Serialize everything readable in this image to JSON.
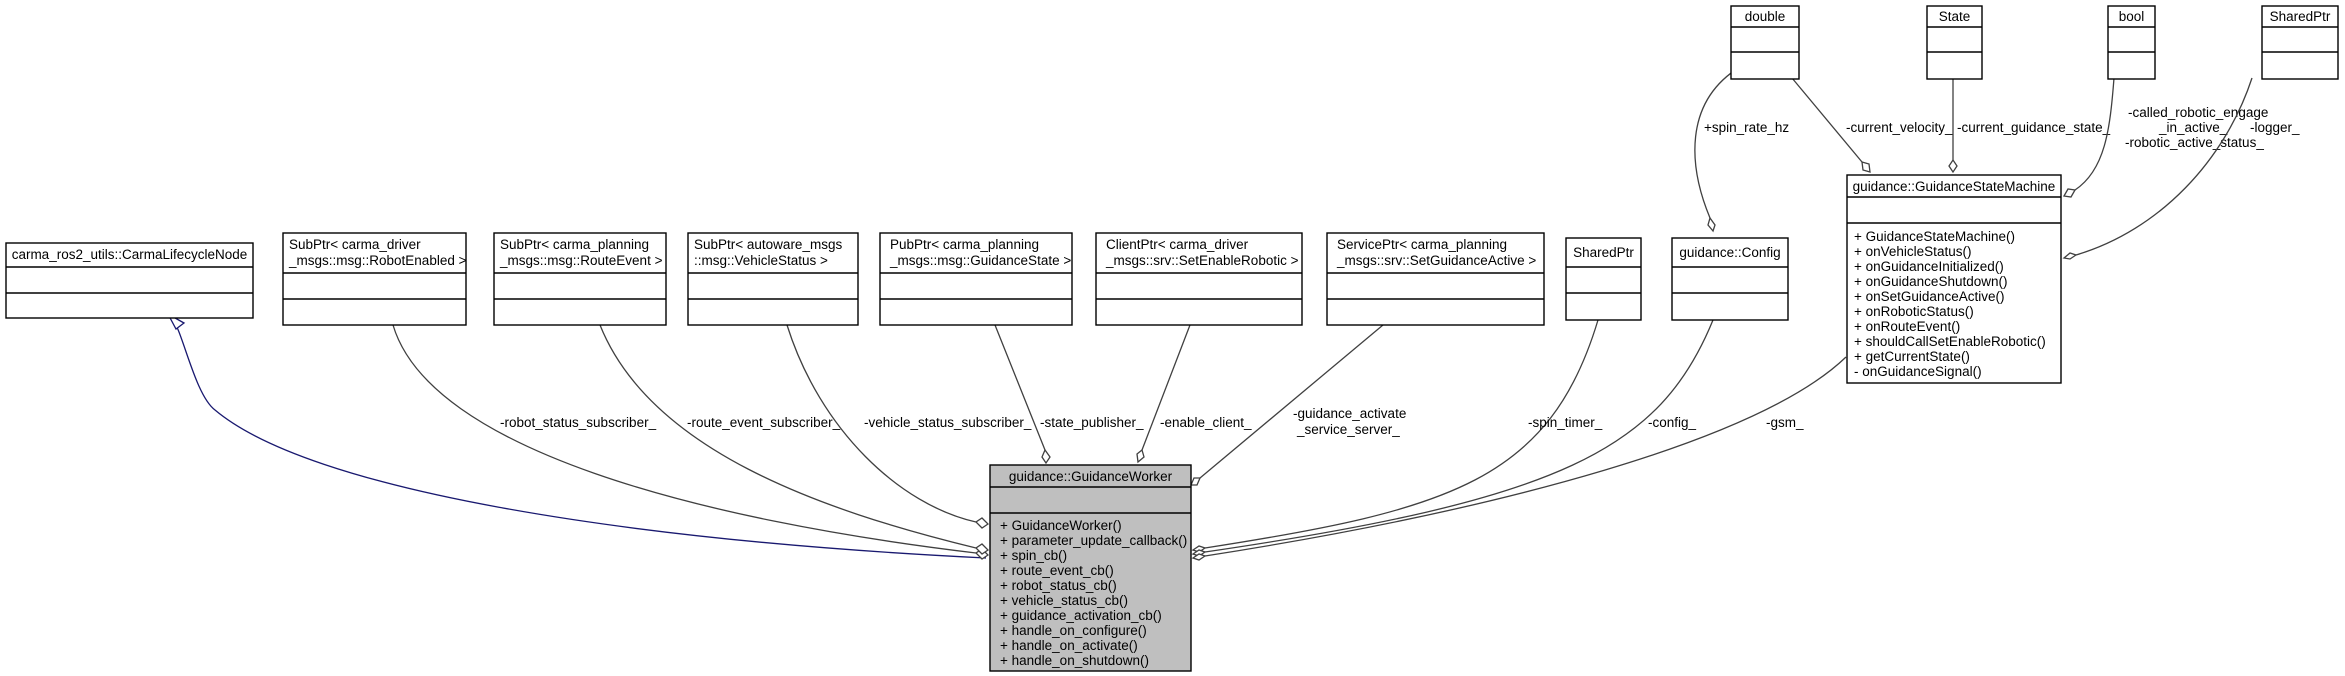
{
  "classes": {
    "carma_lifecycle_node": {
      "lines": [
        "carma_ros2_utils::CarmaLifecycleNode"
      ],
      "members": []
    },
    "subptr_robot_enabled": {
      "lines": [
        "SubPtr< carma_driver",
        "_msgs::msg::RobotEnabled >"
      ],
      "members": []
    },
    "subptr_route_event": {
      "lines": [
        "SubPtr< carma_planning",
        "_msgs::msg::RouteEvent >"
      ],
      "members": []
    },
    "subptr_vehicle_status": {
      "lines": [
        "SubPtr< autoware_msgs",
        "::msg::VehicleStatus >"
      ],
      "members": []
    },
    "pubptr_guidance_state": {
      "lines": [
        "PubPtr< carma_planning",
        "_msgs::msg::GuidanceState >"
      ],
      "members": []
    },
    "clientptr_set_enable_robotic": {
      "lines": [
        "ClientPtr< carma_driver",
        "_msgs::srv::SetEnableRobotic >"
      ],
      "members": []
    },
    "serviceptr_set_guidance_active": {
      "lines": [
        "ServicePtr< carma_planning",
        "_msgs::srv::SetGuidanceActive >"
      ],
      "members": []
    },
    "shared_ptr_timer": {
      "lines": [
        "SharedPtr"
      ],
      "members": []
    },
    "guidance_config": {
      "lines": [
        "guidance::Config"
      ],
      "members": []
    },
    "type_double": {
      "lines": [
        "double"
      ],
      "members": []
    },
    "type_state": {
      "lines": [
        "State"
      ],
      "members": []
    },
    "type_bool": {
      "lines": [
        "bool"
      ],
      "members": []
    },
    "shared_ptr_logger": {
      "lines": [
        "SharedPtr"
      ],
      "members": []
    },
    "guidance_state_machine": {
      "lines": [
        "guidance::GuidanceStateMachine"
      ],
      "members": [
        "+ GuidanceStateMachine()",
        "+ onVehicleStatus()",
        "+ onGuidanceInitialized()",
        "+ onGuidanceShutdown()",
        "+ onSetGuidanceActive()",
        "+ onRoboticStatus()",
        "+ onRouteEvent()",
        "+ shouldCallSetEnableRobotic()",
        "+ getCurrentState()",
        "- onGuidanceSignal()"
      ]
    },
    "guidance_worker": {
      "lines": [
        "guidance::GuidanceWorker"
      ],
      "members": [
        "+ GuidanceWorker()",
        "+ parameter_update_callback()",
        "+ spin_cb()",
        "+ route_event_cb()",
        "+ robot_status_cb()",
        "+ vehicle_status_cb()",
        "+ guidance_activation_cb()",
        "+ handle_on_configure()",
        "+ handle_on_activate()",
        "+ handle_on_shutdown()"
      ]
    }
  },
  "edges": {
    "robot_status_subscriber": [
      "-robot_status_subscriber_"
    ],
    "route_event_subscriber": [
      "-route_event_subscriber_"
    ],
    "vehicle_status_subscriber": [
      "-vehicle_status_subscriber_"
    ],
    "state_publisher": [
      "-state_publisher_"
    ],
    "enable_client": [
      "-enable_client_"
    ],
    "guidance_activate_service_server": [
      "-guidance_activate",
      "_service_server_"
    ],
    "spin_timer": [
      "-spin_timer_"
    ],
    "config": [
      "-config_"
    ],
    "gsm": [
      "-gsm_"
    ],
    "spin_rate_hz": [
      "+spin_rate_hz"
    ],
    "current_velocity": [
      "-current_velocity_"
    ],
    "current_guidance_state": [
      "-current_guidance_state_"
    ],
    "robotic_flags": [
      "-called_robotic_engage",
      "_in_active_",
      "-robotic_active_status_"
    ],
    "logger": [
      "-logger_"
    ]
  },
  "colors": {
    "main_fill": "#bfbfbf",
    "edge": "#404040",
    "inheritance": "#191970"
  }
}
